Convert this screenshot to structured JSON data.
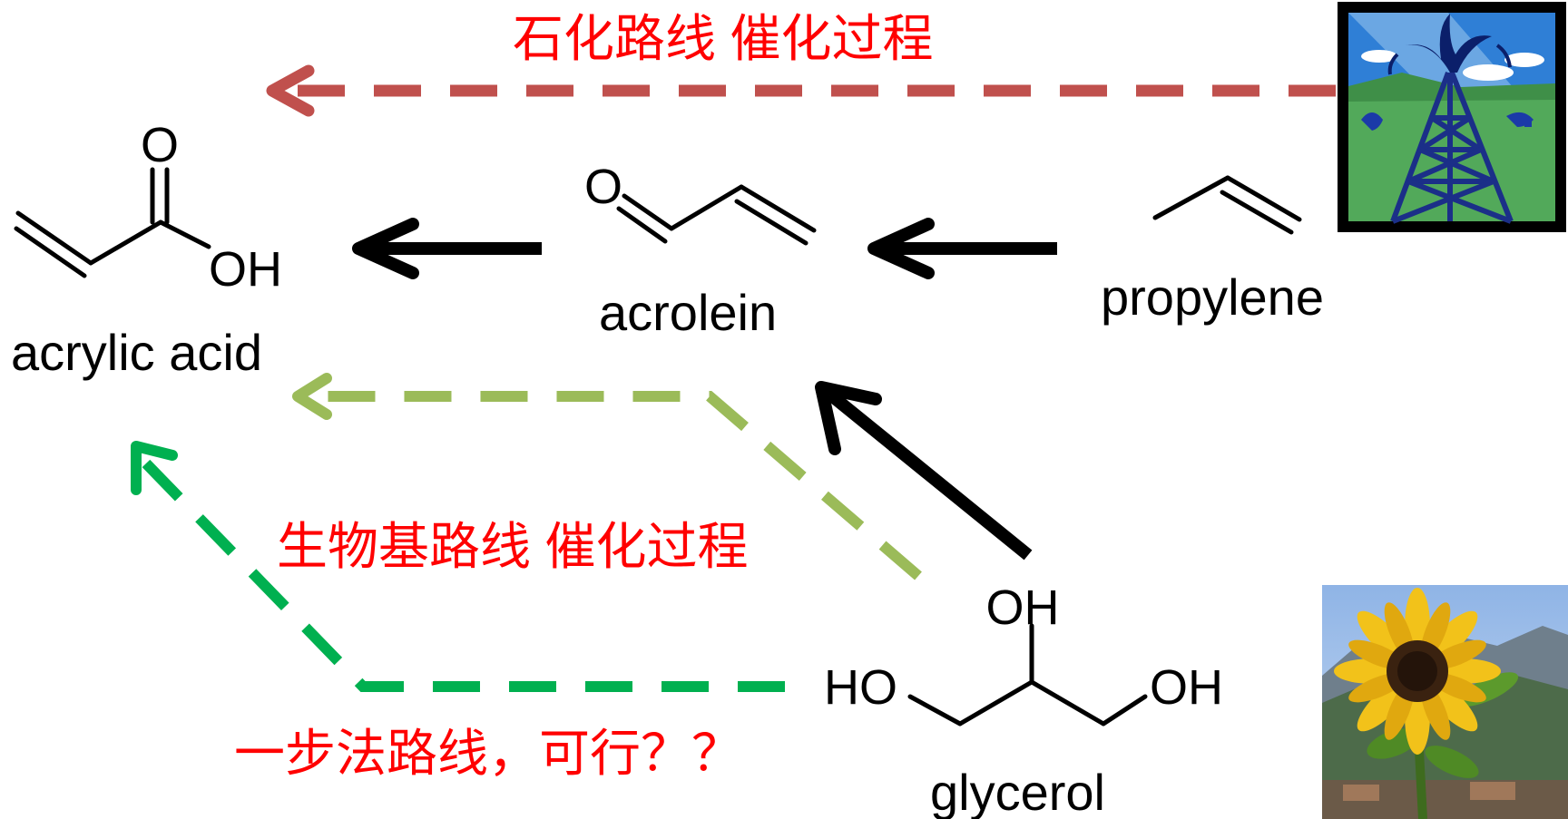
{
  "routes": {
    "petrochemical": "石化路线  催化过程",
    "biobased": "生物基路线  催化过程",
    "one_step": "一步法路线，可行？？"
  },
  "compounds": {
    "acrylic_acid": {
      "name": "acrylic acid",
      "atom_o": "O",
      "atom_oh": "OH"
    },
    "acrolein": {
      "name": "acrolein",
      "atom_o": "O"
    },
    "propylene": {
      "name": "propylene"
    },
    "glycerol": {
      "name": "glycerol",
      "atom_ho_left": "HO",
      "atom_oh_top": "OH",
      "atom_oh_right": "OH"
    }
  },
  "colors": {
    "route_label": "#ff0000",
    "petro_arrow": "#c0504d",
    "bio_arrow": "#9bbb59",
    "one_step_arrow": "#00b050",
    "reaction_arrow": "#000000"
  },
  "images": {
    "oil_derrick": "oil-derrick-icon",
    "sunflower": "sunflower-photo"
  }
}
